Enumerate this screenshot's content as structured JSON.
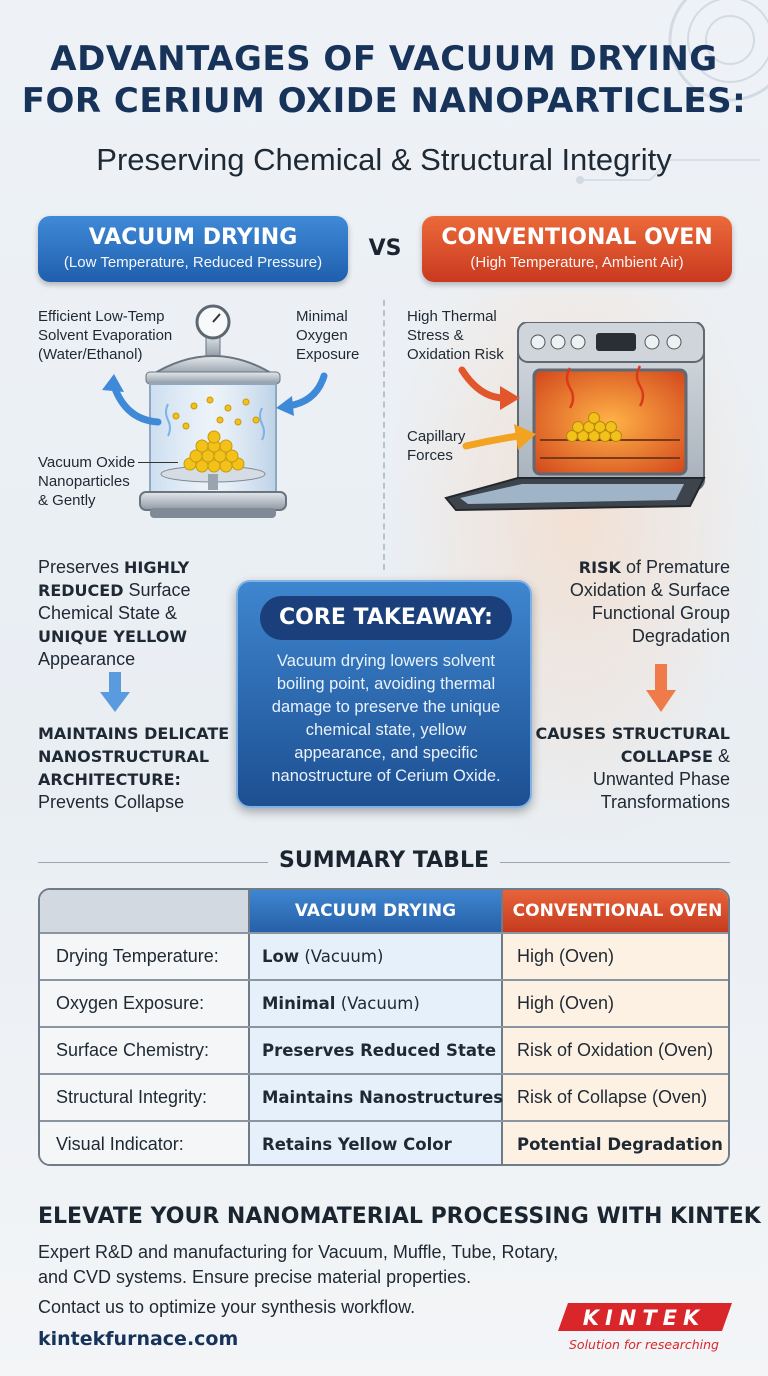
{
  "header": {
    "title_line1": "ADVANTAGES OF VACUUM DRYING",
    "title_line2": "FOR CERIUM OXIDE NANOPARTICLES:",
    "subtitle": "Preserving Chemical & Structural Integrity"
  },
  "comparison": {
    "vs": "VS",
    "vacuum": {
      "title": "VACUUM DRYING",
      "subtitle": "(Low Temperature, Reduced Pressure)",
      "labels": {
        "evap_1": "Efficient Low-Temp",
        "evap_2": "Solvent Evaporation",
        "evap_3": "(Water/Ethanol)",
        "oxygen_1": "Minimal",
        "oxygen_2": "Oxygen",
        "oxygen_3": "Exposure",
        "nano_1": "Vacuum Oxide",
        "nano_2": "Nanoparticles",
        "nano_3": "& Gently"
      },
      "effect": {
        "l1_a": "Preserves ",
        "l1_b": "HIGHLY",
        "l2_a": "REDUCED",
        "l2_b": " Surface",
        "l3": "Chemical State &",
        "l4": "UNIQUE YELLOW",
        "l5": "Appearance"
      },
      "result": {
        "l1": "MAINTAINS DELICATE",
        "l2": "NANOSTRUCTURAL",
        "l3": "ARCHITECTURE:",
        "l4": "Prevents Collapse"
      }
    },
    "oven": {
      "title": "CONVENTIONAL OVEN",
      "subtitle": "(High Temperature, Ambient Air)",
      "labels": {
        "stress_1": "High Thermal",
        "stress_2": "Stress &",
        "stress_3": "Oxidation Risk",
        "cap_1": "Capillary",
        "cap_2": "Forces"
      },
      "effect": {
        "l1_a": "RISK",
        "l1_b": " of Premature",
        "l2": "Oxidation & Surface",
        "l3": "Functional Group",
        "l4": "Degradation"
      },
      "result": {
        "l1": "CAUSES STRUCTURAL",
        "l2_a": "COLLAPSE",
        "l2_b": " &",
        "l3": "Unwanted Phase",
        "l4": "Transformations"
      }
    }
  },
  "core": {
    "heading": "CORE TAKEAWAY:",
    "l1": "Vacuum drying lowers solvent",
    "l2": "boiling point, avoiding thermal",
    "l3": "damage to preserve the unique",
    "l4": "chemical state, yellow",
    "l5": "appearance, and specific",
    "l6": "nanostructure of Cerium Oxide."
  },
  "summary": {
    "title": "SUMMARY TABLE",
    "col_vacuum": "VACUUM DRYING",
    "col_oven": "CONVENTIONAL OVEN",
    "rows": [
      {
        "label": "Drying Temperature:",
        "v_bold": "Low",
        "v_rest": " (Vacuum)",
        "oven": "High (Oven)"
      },
      {
        "label": "Oxygen Exposure:",
        "v_bold": "Minimal",
        "v_rest": " (Vacuum)",
        "oven": "High (Oven)"
      },
      {
        "label": "Surface Chemistry:",
        "v_bold": "Preserves Reduced State",
        "v_rest": "",
        "oven": "Risk of Oxidation (Oven)"
      },
      {
        "label": "Structural Integrity:",
        "v_bold": "Maintains Nanostructures",
        "v_rest": "",
        "oven": "Risk of Collapse (Oven)"
      },
      {
        "label": "Visual Indicator:",
        "v_bold": "Retains Yellow Color",
        "v_rest": "",
        "oven": "Potential Degradation"
      }
    ]
  },
  "footer": {
    "heading": "ELEVATE YOUR NANOMATERIAL PROCESSING WITH KINTEK",
    "text_l1": "Expert R&D and manufacturing for Vacuum, Muffle, Tube, Rotary,",
    "text_l2": "and CVD systems. Ensure precise material properties.",
    "contact": "Contact us to optimize your synthesis workflow.",
    "url": "kintekfurnace.com",
    "logo_word": "KINTEK",
    "logo_tagline": "Solution for researching"
  },
  "colors": {
    "vacuum_blue": "#2a6cc0",
    "oven_red": "#d9482a",
    "title_navy": "#17335a",
    "particle_yellow": "#f2c21b"
  }
}
